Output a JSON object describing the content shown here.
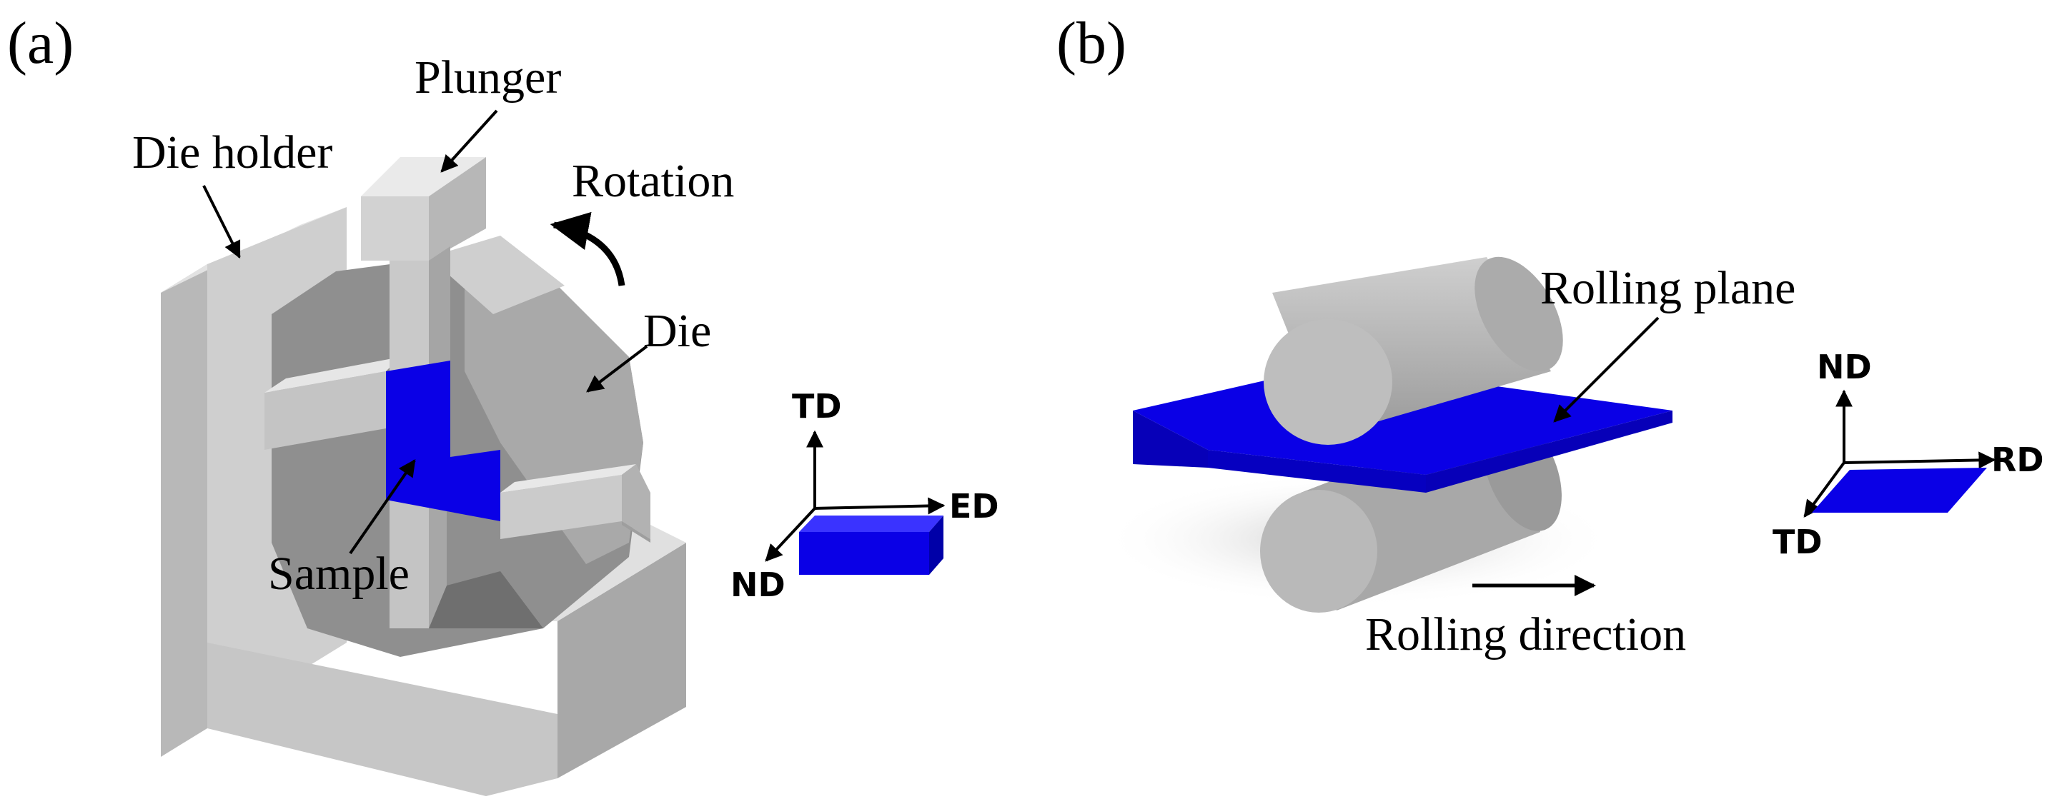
{
  "panel_a": {
    "label": "(a)",
    "callouts": {
      "plunger": "Plunger",
      "die_holder": "Die holder",
      "rotation": "Rotation",
      "die": "Die",
      "sample": "Sample"
    },
    "axes": {
      "up": "TD",
      "right": "ED",
      "diagonal": "ND"
    }
  },
  "panel_b": {
    "label": "(b)",
    "callouts": {
      "rolling_plane": "Rolling plane",
      "rolling_direction": "Rolling direction"
    },
    "axes": {
      "up": "ND",
      "right": "RD",
      "diagonal": "TD"
    }
  },
  "colors": {
    "sample_blue": "#0a00e6",
    "metal_light": "#d9d9d9",
    "metal_mid": "#bdbdbd",
    "metal_dark": "#9e9e9e"
  }
}
